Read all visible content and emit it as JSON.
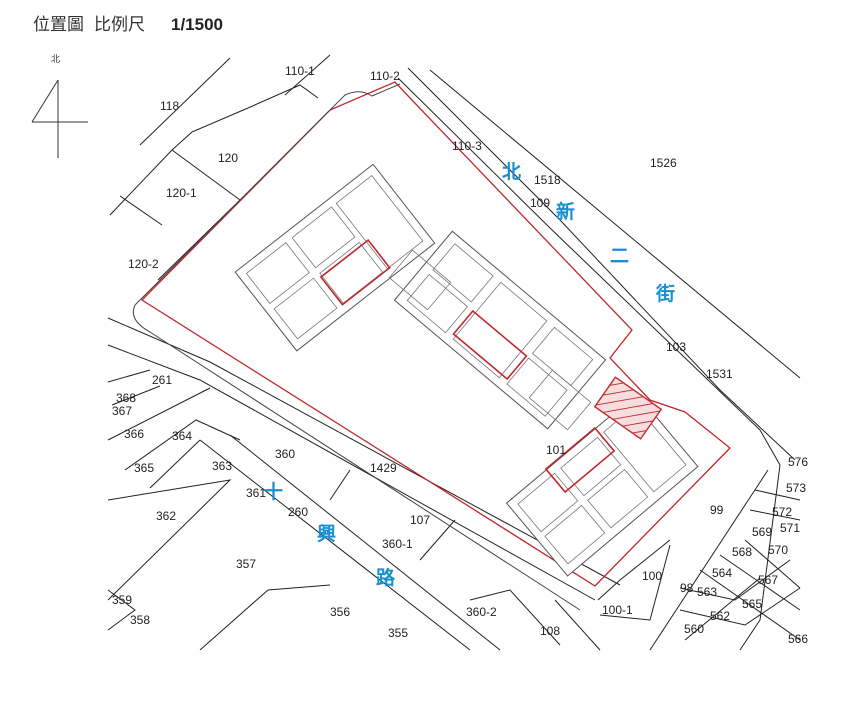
{
  "header": {
    "title": "位置圖",
    "scale_label": "比例尺",
    "scale_value": "1/1500"
  },
  "north_arrow": {
    "label": "北"
  },
  "street_labels": {
    "north_street": [
      "北",
      "新",
      "二",
      "街"
    ],
    "south_road": [
      "十",
      "興",
      "路"
    ]
  },
  "lot_labels": {
    "l110_1": "110-1",
    "l110_2": "110-2",
    "l118": "118",
    "l120": "120",
    "l120_1": "120-1",
    "l120_2": "120-2",
    "l110_3": "110-3",
    "l1518": "1518",
    "l109": "109",
    "l1526": "1526",
    "l103": "103",
    "l1531": "1531",
    "l261": "261",
    "l368": "368",
    "l367": "367",
    "l366": "366",
    "l364": "364",
    "l365": "365",
    "l363": "363",
    "l360": "360",
    "l1429": "1429",
    "l101": "101",
    "l361": "361",
    "l260": "260",
    "l107": "107",
    "l360_1": "360-1",
    "l362": "362",
    "l357": "357",
    "l359": "359",
    "l358": "358",
    "l356": "356",
    "l355": "355",
    "l360_2": "360-2",
    "l108": "108",
    "l100_1": "100-1",
    "l100": "100",
    "l99": "99",
    "l98": "98",
    "l563": "563",
    "l564": "564",
    "l562": "562",
    "l560": "560",
    "l565": "565",
    "l567": "567",
    "l568": "568",
    "l569": "569",
    "l570": "570",
    "l571": "571",
    "l572": "572",
    "l573": "573",
    "l576": "576",
    "l566": "566"
  },
  "colors": {
    "site_boundary": "#c0282d",
    "street_label": "#1a8fd0",
    "parcel_line": "#222222"
  }
}
